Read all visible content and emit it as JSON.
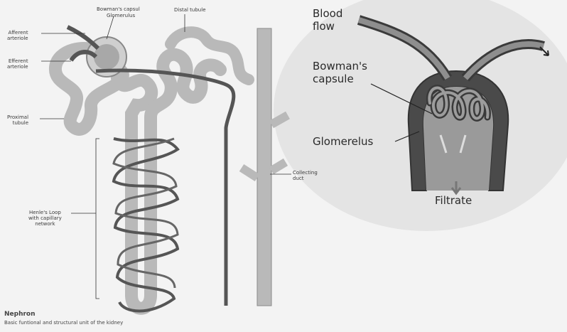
{
  "left_labels": {
    "bowmans_capsul": "Bowman's capsul",
    "glomerulus": "Glomerulus",
    "distal_tubule": "Distal tubule",
    "afferent_arteriole": "Afferent\narteriole",
    "efferent_arteriole": "Efferent\narteriole",
    "proximal_tubule": "Proximal\ntubule",
    "collecting_duct": "Collecting\nduct",
    "henles_loop": "Henle's Loop\nwith capillary\nnetwork"
  },
  "caption": {
    "title": "Nephron",
    "subtitle": "Basic funtional and structural unit of the kidney"
  },
  "inset_labels": {
    "blood_flow": "Blood\nflow",
    "bowmans_capsule": "Bowman's\ncapsule",
    "glomerelus": "Glomerelus",
    "filtrate": "Filtrate"
  },
  "colors": {
    "tubule": "#b9b9b9",
    "vessel": "#555555",
    "capsule": "#6a6a6a",
    "inset_bg": "#e2e2e2"
  }
}
